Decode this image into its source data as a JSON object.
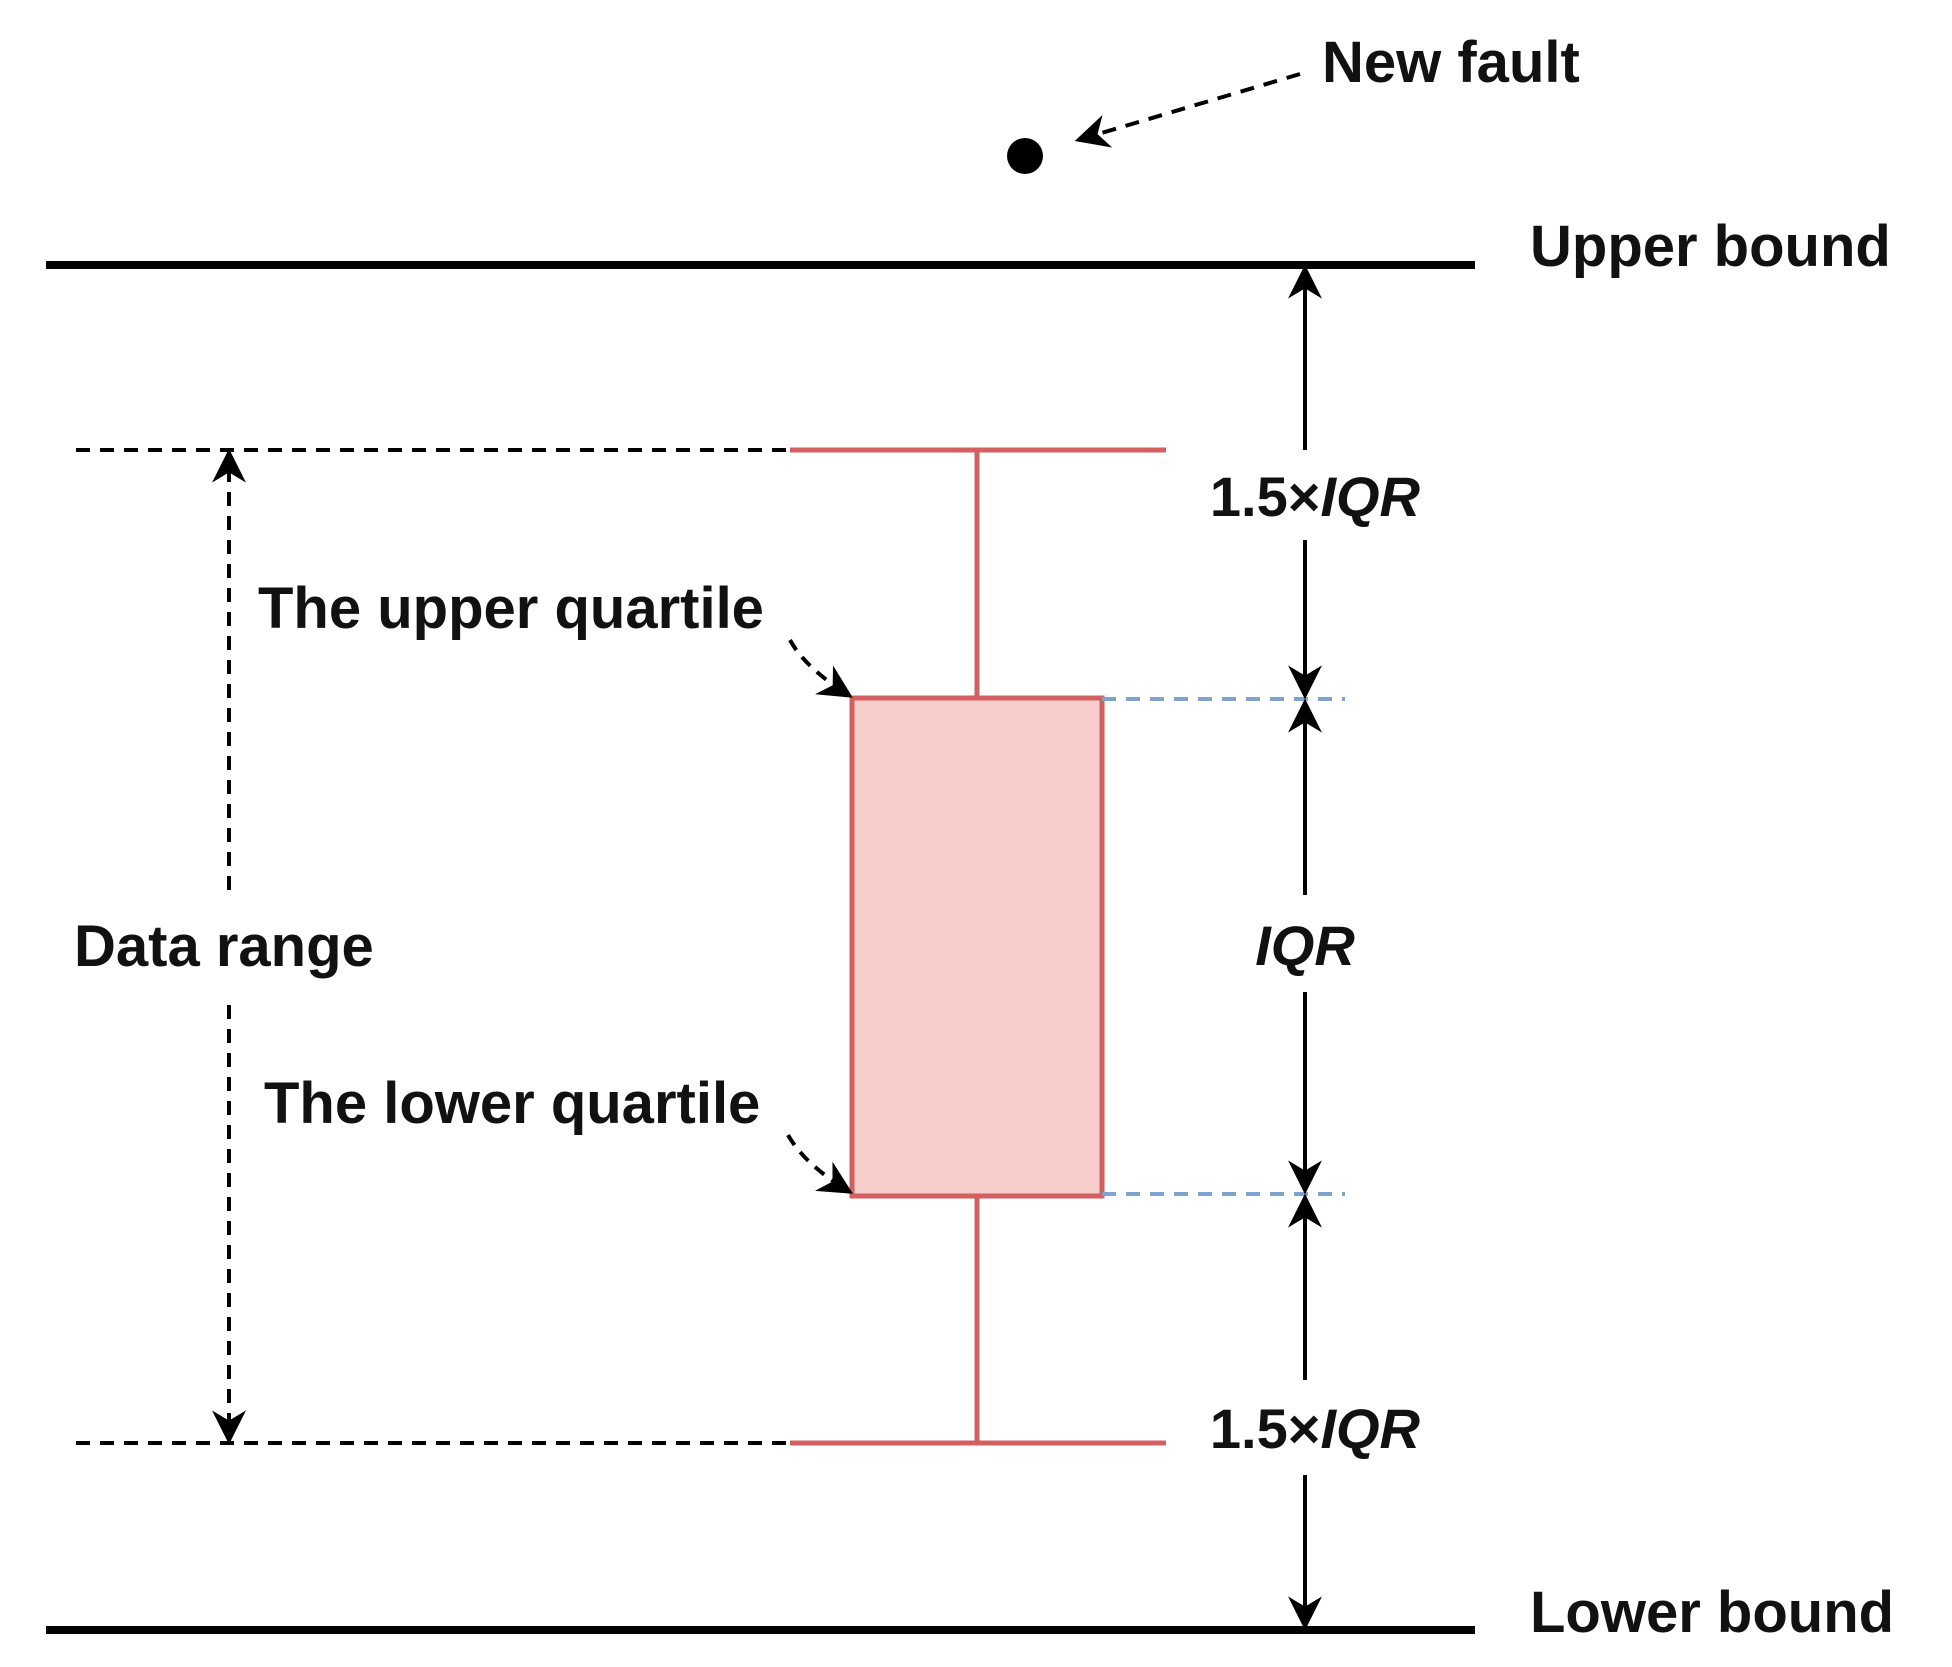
{
  "labels": {
    "new_fault": "New fault",
    "upper_bound": "Upper bound",
    "lower_bound": "Lower bound",
    "data_range": "Data range",
    "upper_quartile": "The upper quartile",
    "lower_quartile": "The lower quartile",
    "iqr": "IQR",
    "upper_gap": {
      "prefix": "1.5×",
      "iqr": "IQR"
    },
    "lower_gap": {
      "prefix": "1.5×",
      "iqr": "IQR"
    }
  },
  "colors": {
    "box_fill": "#f8cecc",
    "box_stroke": "#d26060",
    "bound_line": "#000000",
    "guide_dash": "#7fa3cc",
    "annotation": "#000000"
  }
}
